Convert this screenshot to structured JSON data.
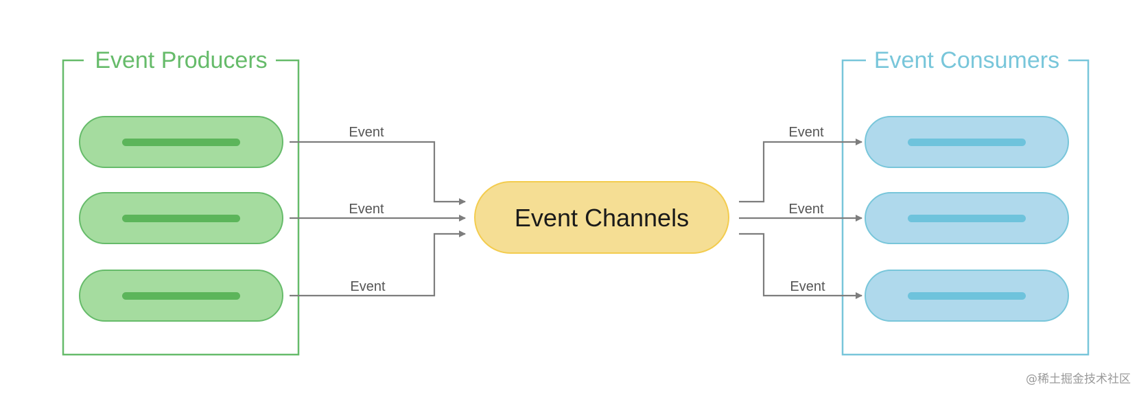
{
  "producers": {
    "title": "Event Producers",
    "color": "#66bb6a",
    "pill_fill": "#a5dc9f",
    "bar_color": "#5cb55a",
    "count": 3
  },
  "consumers": {
    "title": "Event Consumers",
    "color": "#78c6da",
    "pill_fill": "#afd9ec",
    "bar_color": "#6ec3dc",
    "count": 3
  },
  "channel": {
    "label": "Event Channels",
    "fill": "#f5de94",
    "stroke": "#f3cc4e"
  },
  "edges": {
    "label": "Event",
    "line_color": "#7d7d7d",
    "text_color": "#555555"
  },
  "watermark": "@稀土掘金技术社区"
}
